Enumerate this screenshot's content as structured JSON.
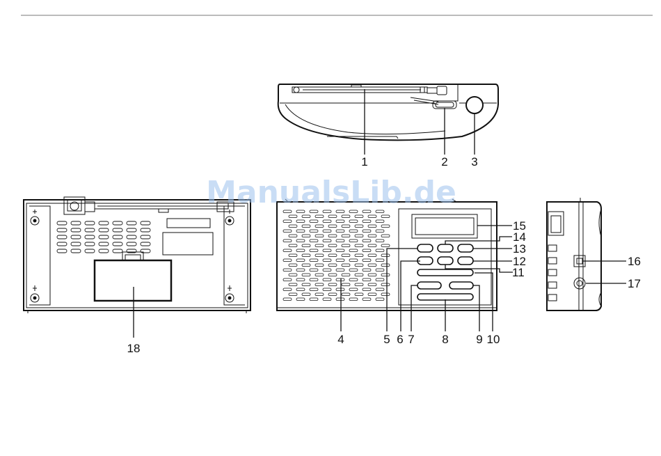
{
  "watermark": "ManualsLib.de",
  "callouts": {
    "c1": "1",
    "c2": "2",
    "c3": "3",
    "c4": "4",
    "c5": "5",
    "c6": "6",
    "c7": "7",
    "c8": "8",
    "c9": "9",
    "c10": "10",
    "c11": "11",
    "c12": "12",
    "c13": "13",
    "c14": "14",
    "c15": "15",
    "c16": "16",
    "c17": "17",
    "c18": "18"
  }
}
